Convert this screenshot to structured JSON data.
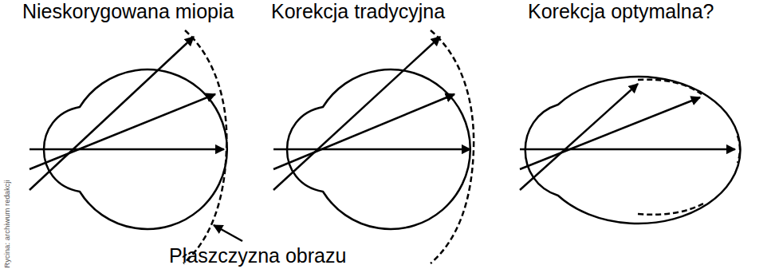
{
  "diagram": {
    "labels": [
      "Nieskorygowana miopia",
      "Korekcja tradycyjna",
      "Korekcja optymalna?",
      "Płaszczyzna obrazu",
      "Rycina: archiwum redakcji"
    ]
  }
}
